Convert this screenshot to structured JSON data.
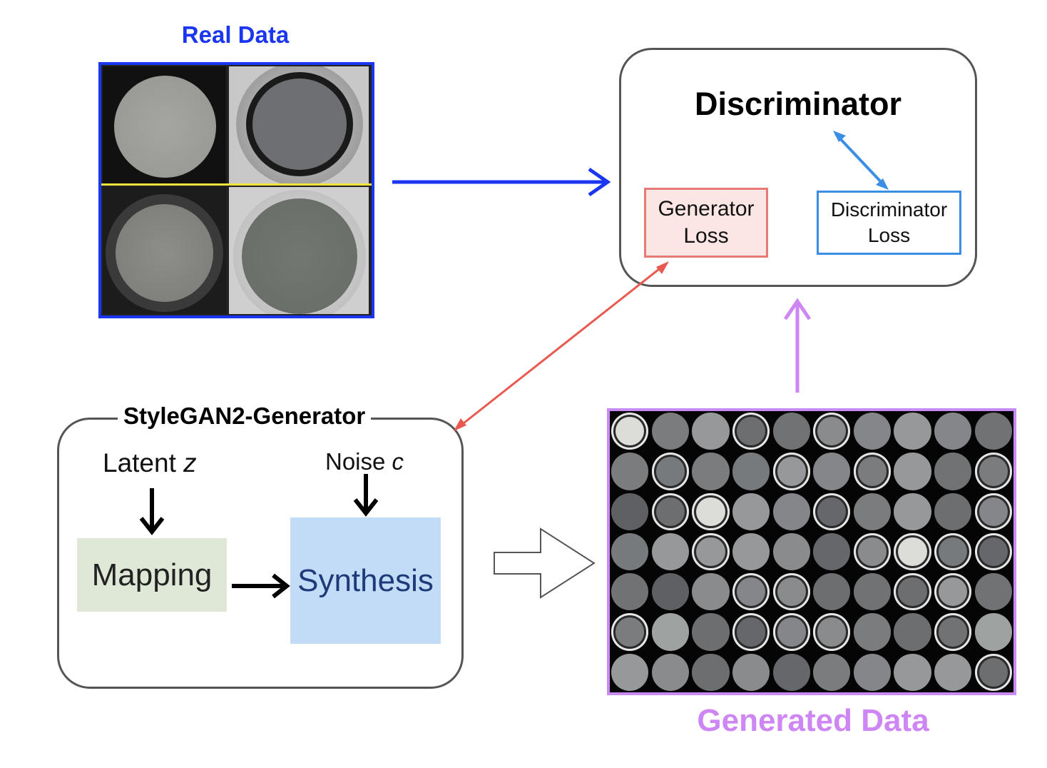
{
  "real_data": {
    "title": "Real Data"
  },
  "discriminator": {
    "title": "Discriminator",
    "generator_loss": "Generator Loss",
    "discriminator_loss": "Discriminator Loss"
  },
  "generator": {
    "title": "StyleGAN2-Generator",
    "latent": "Latent",
    "latent_var": "z",
    "noise": "Noise",
    "noise_var": "c",
    "mapping": "Mapping",
    "synthesis": "Synthesis"
  },
  "generated_data": {
    "title": "Generated Data"
  },
  "colors": {
    "real": "#1a36f0",
    "generated": "#cf86f5",
    "generator_loss": "#e85a4f",
    "discriminator_loss": "#3a8ee6",
    "mapping_fill": "#dfe8d6",
    "synthesis_fill": "#c2dcf8"
  },
  "generated_grid": {
    "rows": 7,
    "cols": 10
  }
}
